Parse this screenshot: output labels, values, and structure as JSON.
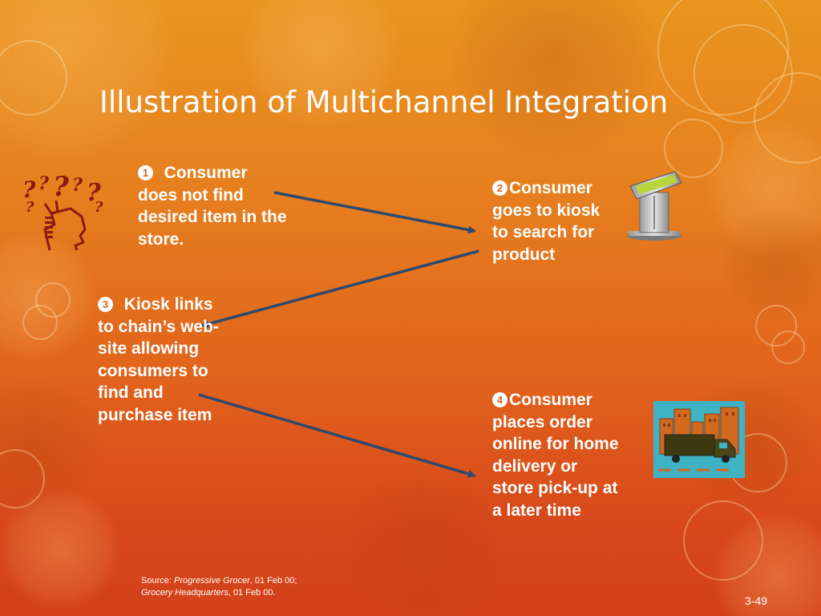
{
  "title": "Illustration of Multichannel Integration",
  "steps": [
    {
      "number": "1",
      "text": "Consumer does not find desired item in the store."
    },
    {
      "number": "2",
      "text": "Consumer goes to kiosk to search for product"
    },
    {
      "number": "3",
      "text": "Kiosk links to chain’s web-site allowing consumers to find and purchase item"
    },
    {
      "number": "4",
      "text": "Consumer places order online for home delivery or store pick-up at a later time"
    }
  ],
  "source": {
    "label": "Source:",
    "ref1": "Progressive Grocer",
    "date1": ", 01 Feb 00;",
    "ref2": "Grocery Headquarters",
    "date2": ", 01 Feb 00."
  },
  "page_number": "3-49",
  "icons": {
    "confused_head": "confused-head-icon",
    "kiosk": "kiosk-icon",
    "delivery_truck": "delivery-truck-icon"
  },
  "colors": {
    "arrow": "#2d4a6e",
    "text": "#ffffff",
    "truck_tile_bg": "#3fb3c3",
    "confused_head": "#8b1a12"
  }
}
